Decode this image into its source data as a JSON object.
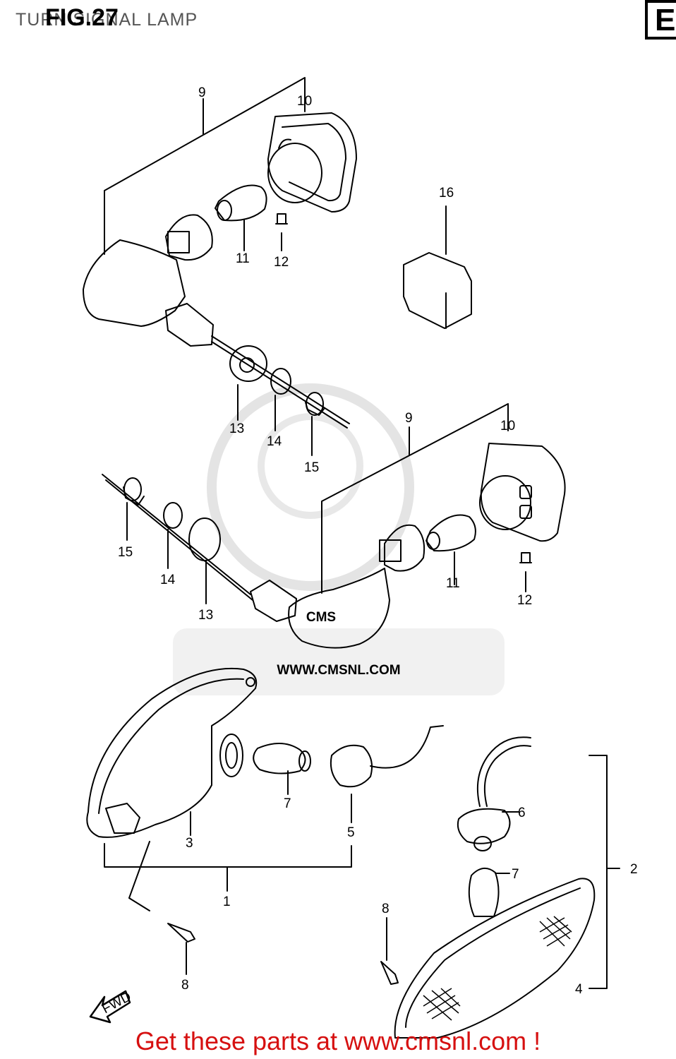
{
  "header": {
    "figure": "FIG.27",
    "title": "TURN SIGNAL LAMP",
    "section_code": "E"
  },
  "watermark": {
    "logo": "CMS",
    "url": "WWW.CMSNL.COM"
  },
  "callouts": {
    "c1": "1",
    "c2": "2",
    "c3": "3",
    "c4": "4",
    "c5": "5",
    "c6": "6",
    "c7": "7",
    "c8": "8",
    "c9": "9",
    "c10": "10",
    "c11": "11",
    "c12": "12",
    "c13": "13",
    "c14": "14",
    "c15": "15",
    "c16": "16"
  },
  "fwd_label": "FWD",
  "footer": {
    "promo": "Get these parts at www.cmsnl.com !"
  }
}
